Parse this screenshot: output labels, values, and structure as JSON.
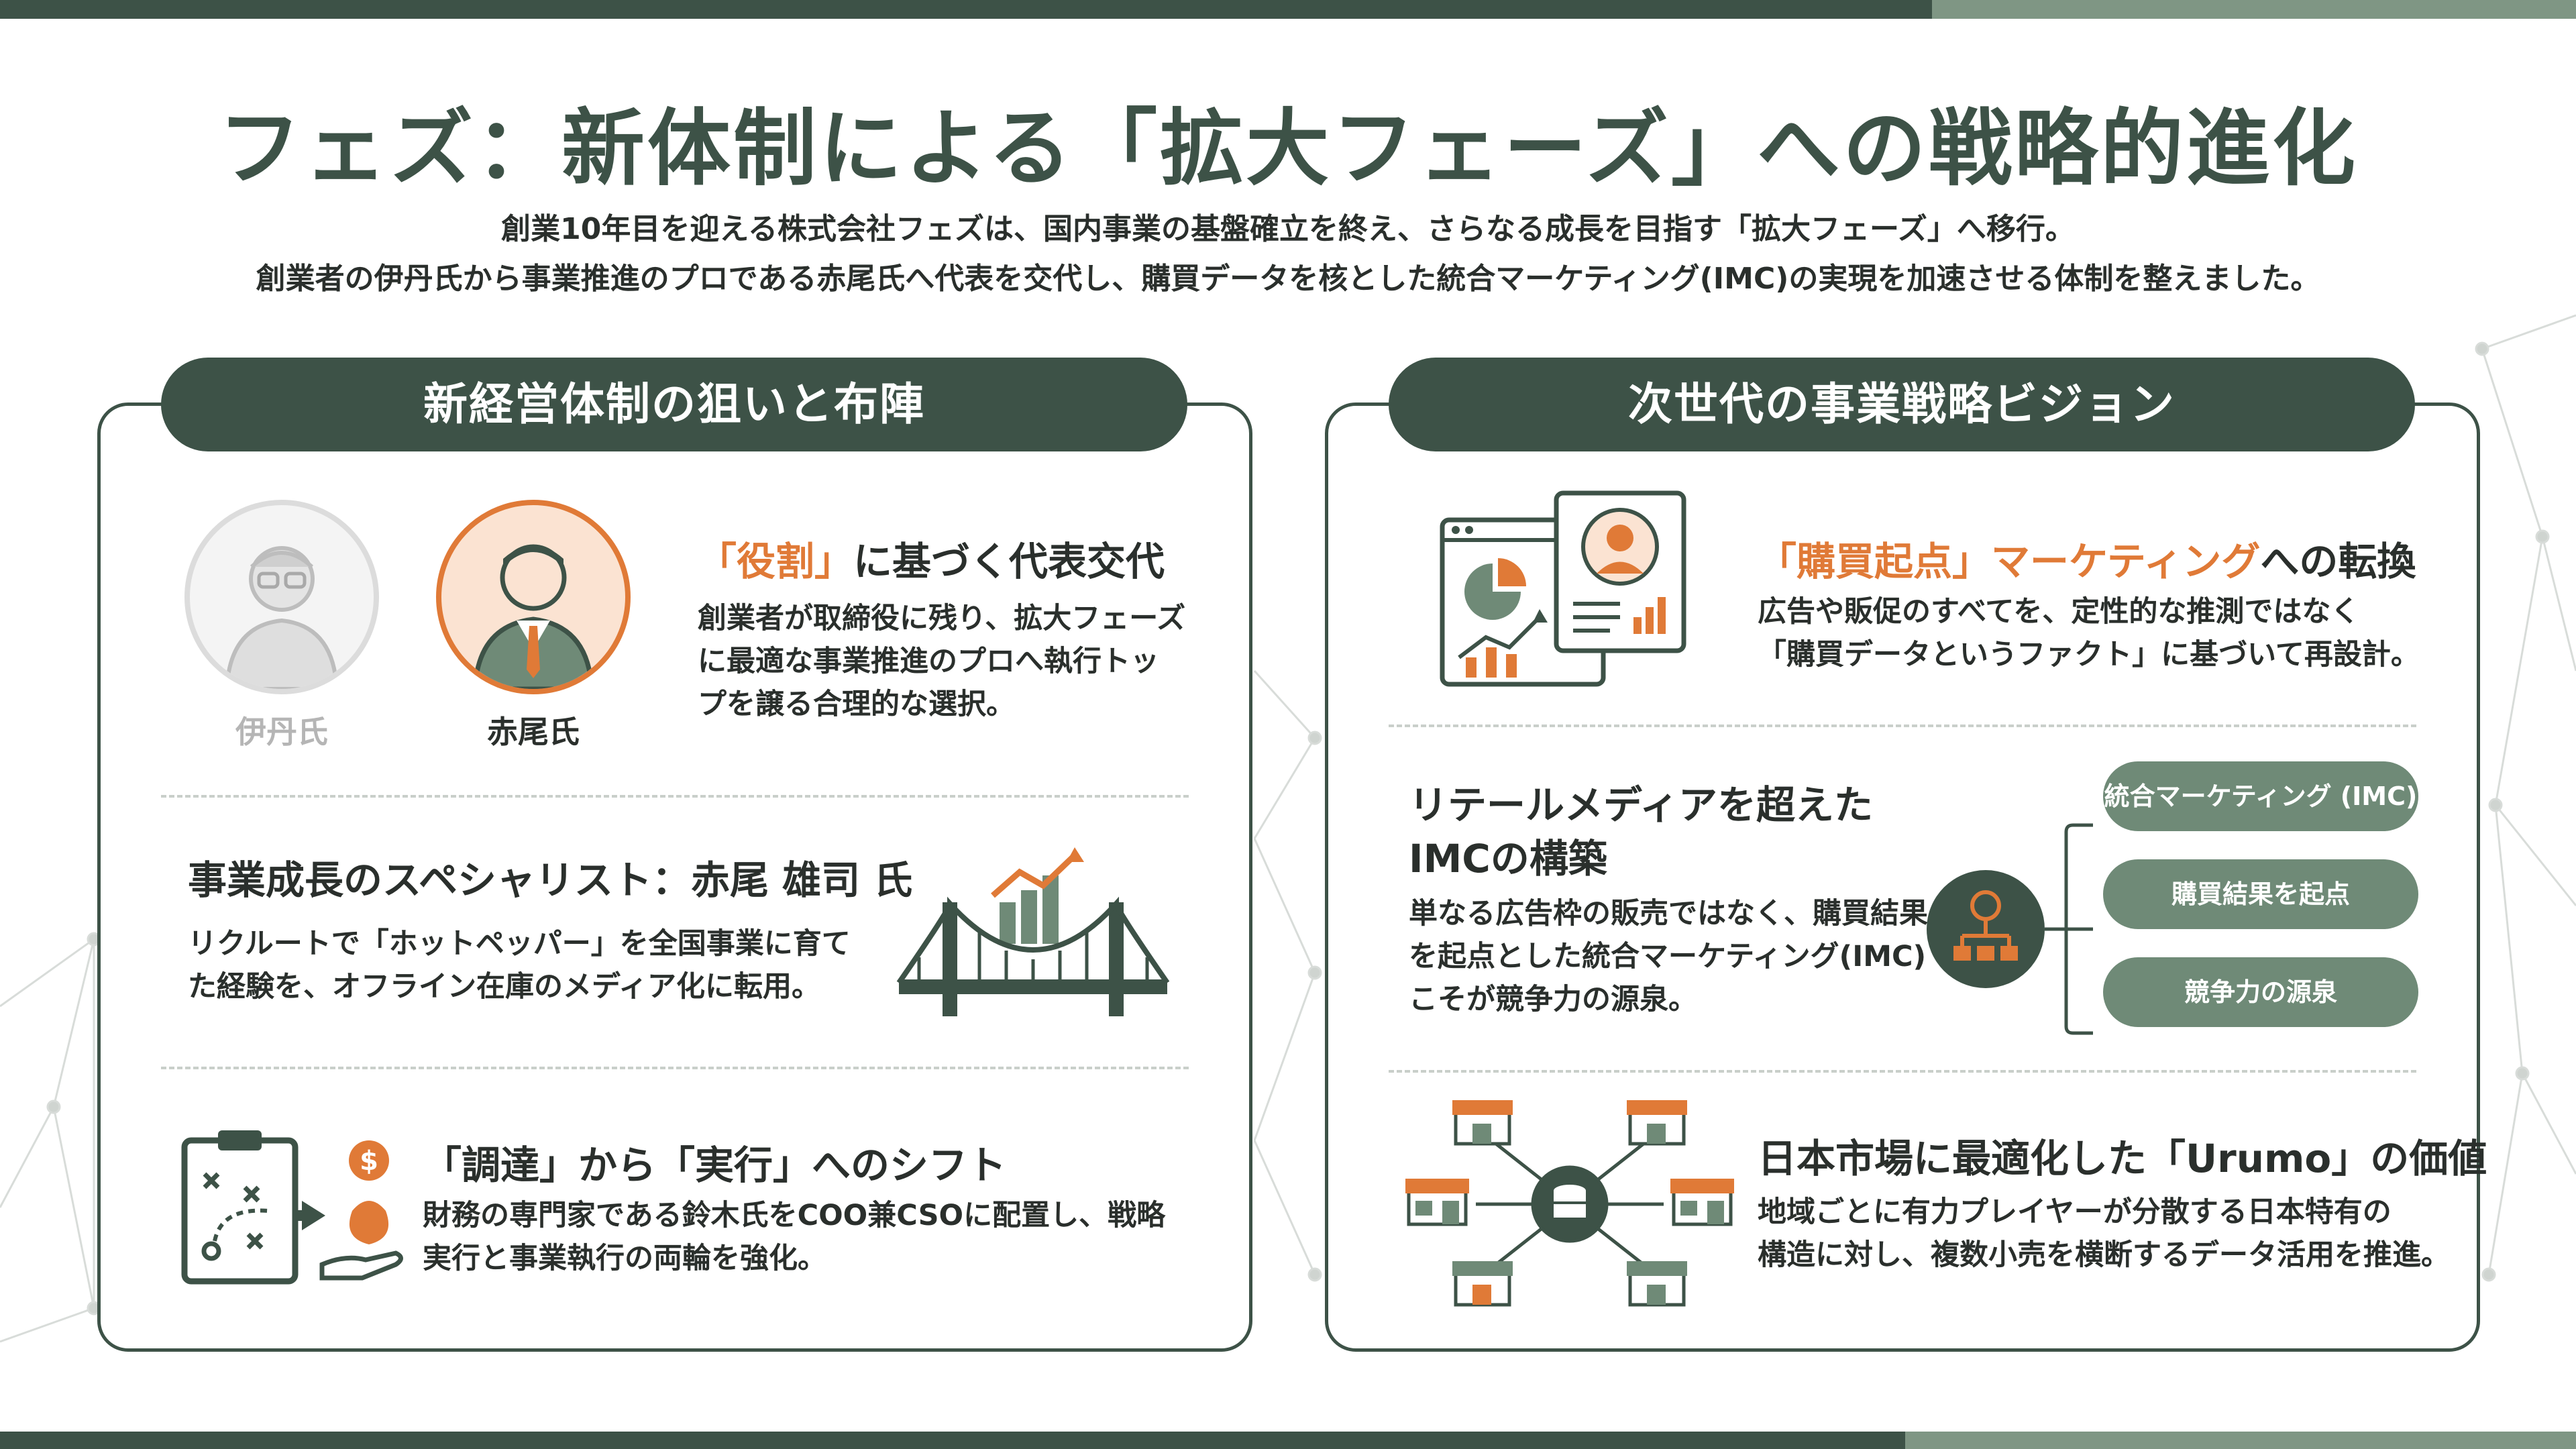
{
  "header": {
    "title": "フェズ：新体制による「拡大フェーズ」への戦略的進化",
    "subtitle_line1": "創業10年目を迎える株式会社フェズは、国内事業の基盤確立を終え、さらなる成長を目指す「拡大フェーズ」へ移行。",
    "subtitle_line2": "創業者の伊丹氏から事業推進のプロである赤尾氏へ代表を交代し、購買データを核とした統合マーケティング(IMC)の実現を加速させる体制を整えました。"
  },
  "left_panel": {
    "header": "新経営体制の狙いと布陣",
    "section1": {
      "title_orange": "「役割」",
      "title_rest": "に基づく代表交代",
      "text": "創業者が取締役に残り、拡大フェーズに最適な事業推進のプロへ執行トップを譲る合理的な選択。",
      "person_former": "伊丹氏",
      "person_new": "赤尾氏"
    },
    "section2": {
      "title": "事業成長のスペシャリスト：赤尾 雄司 氏",
      "text": "リクルートで「ホットペッパー」を全国事業に育てた経験を、オフライン在庫のメディア化に転用。"
    },
    "section3": {
      "title": "「調達」から「実行」へのシフト",
      "text": "財務の専門家である鈴木氏をCOO兼CSOに配置し、戦略実行と事業執行の両輪を強化。"
    }
  },
  "right_panel": {
    "header": "次世代の事業戦略ビジョン",
    "section1": {
      "title_orange": "「購買起点」マーケティング",
      "title_rest": "への転換",
      "text_line1": "広告や販促のすべてを、定性的な推測ではなく",
      "text_line2": "「購買データというファクト」に基づいて再設計。"
    },
    "section2": {
      "title_line1": "リテールメディアを超えた",
      "title_line2": "IMCの構築",
      "text": "単なる広告枠の販売ではなく、購買結果を起点とした統合マーケティング(IMC) こそが競争力の源泉。",
      "pills": [
        "統合マーケティング (IMC)",
        "購買結果を起点",
        "競争力の源泉"
      ]
    },
    "section3": {
      "title": "日本市場に最適化した「Urumo」の価値",
      "text_line1": "地域ごとに有力プレイヤーが分散する日本特有の",
      "text_line2": "構造に対し、複数小売を横断するデータ活用を推進。"
    }
  },
  "icons": {
    "former_ceo": "person-glasses-icon",
    "new_ceo": "person-suit-icon",
    "bridge": "bridge-growth-icon",
    "strategy": "clipboard-strategy-icon",
    "dashboard": "dashboard-profile-icon",
    "hub": "data-hub-icon",
    "stores": "store-network-icon"
  },
  "colors": {
    "primary": "#3d5247",
    "accent": "#e07a37",
    "pill": "#6f8a77"
  }
}
